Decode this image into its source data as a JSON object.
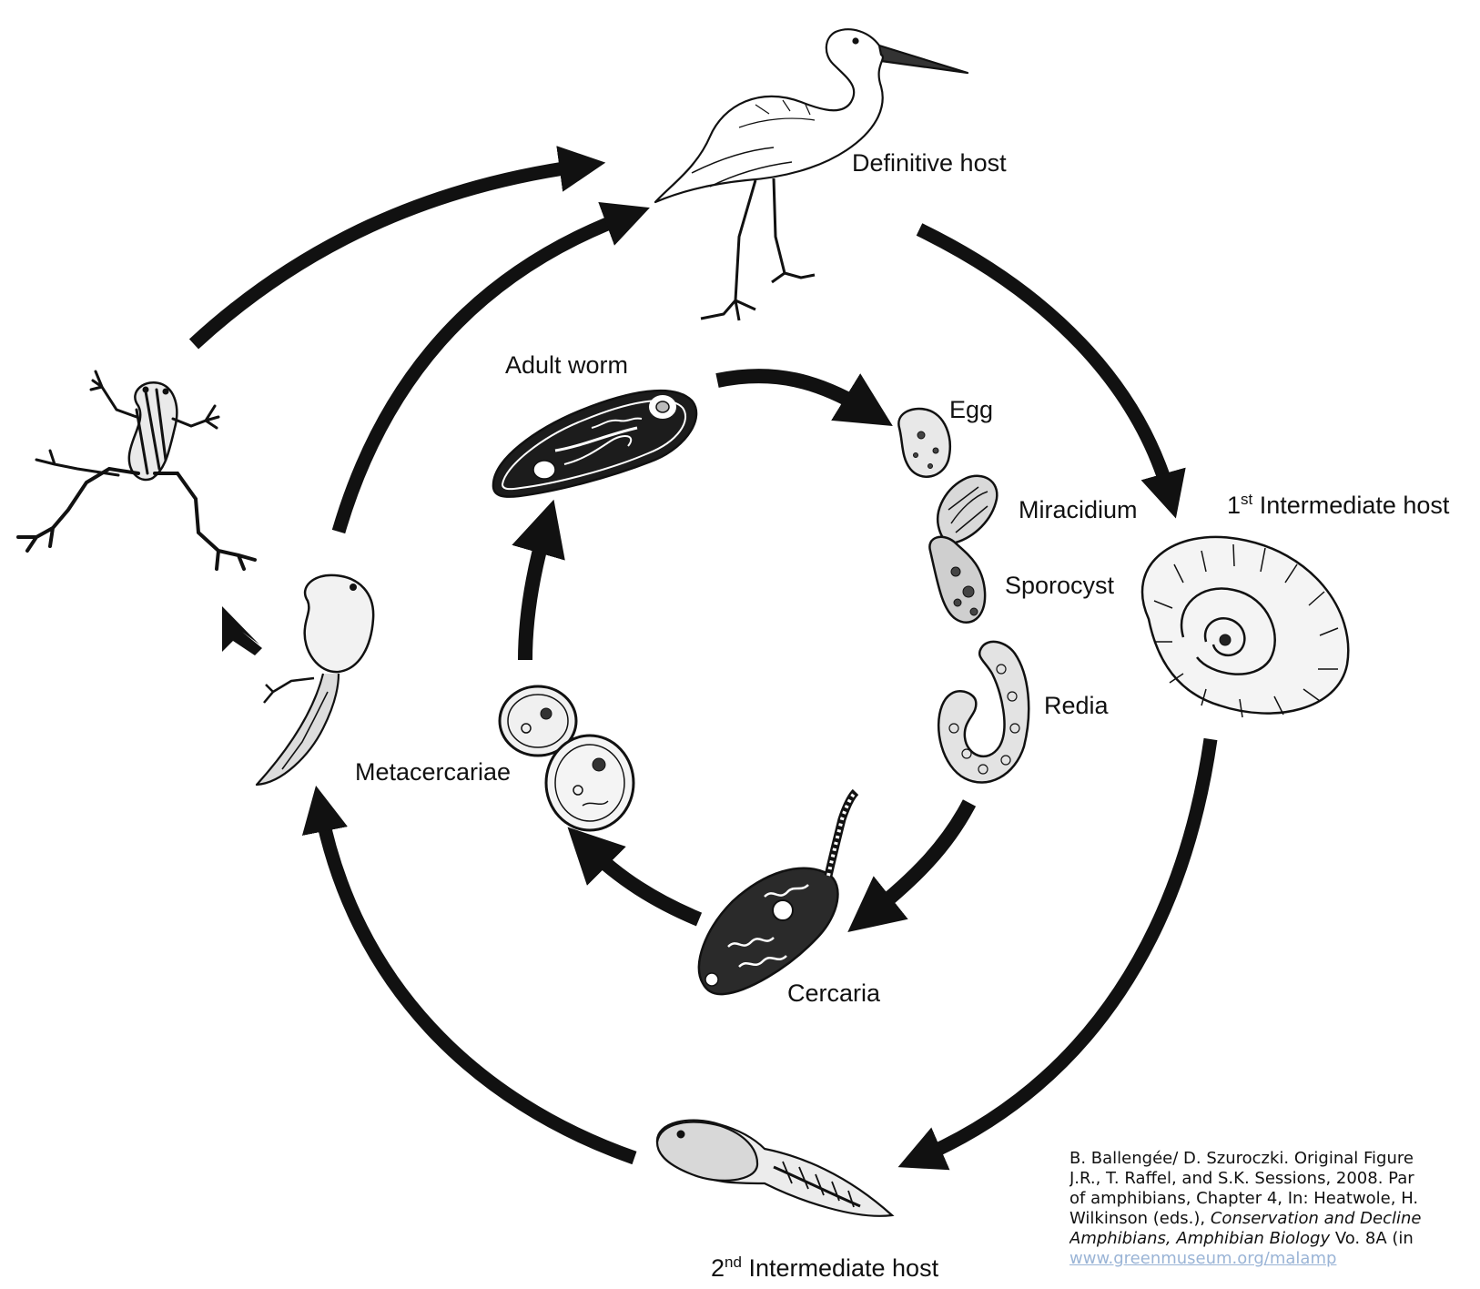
{
  "labels": {
    "definitive_host": "Definitive host",
    "first_host_num": "1",
    "first_host_sup": "st",
    "first_host_rest": " Intermediate host",
    "second_host_num": "2",
    "second_host_sup": "nd",
    "second_host_rest": " Intermediate host",
    "adult_worm": "Adult worm",
    "egg": "Egg",
    "miracidium": "Miracidium",
    "sporocyst": "Sporocyst",
    "redia": "Redia",
    "cercaria": "Cercaria",
    "metacercariae": "Metacercariae"
  },
  "credit": {
    "line1": "B. Ballengée/ D. Szuroczki. Original Figure",
    "line2": "J.R., T. Raffel, and S.K. Sessions, 2008.  Par",
    "line3": "of amphibians, Chapter 4, In:  Heatwole, H.",
    "line4a": "Wilkinson (eds.), ",
    "line4b": "Conservation and Decline",
    "line5a": "Amphibians, Amphibian Biology",
    "line5b": " Vo. 8A (in",
    "link": "www.greenmuseum.org/malamp"
  },
  "colors": {
    "ink": "#111111",
    "link": "#9ab4d6"
  },
  "icons": [
    "egret",
    "snail",
    "tadpole",
    "frog",
    "adult-worm",
    "egg",
    "miracidium",
    "sporocyst",
    "redia",
    "cercaria",
    "metacercariae",
    "metamorph"
  ]
}
